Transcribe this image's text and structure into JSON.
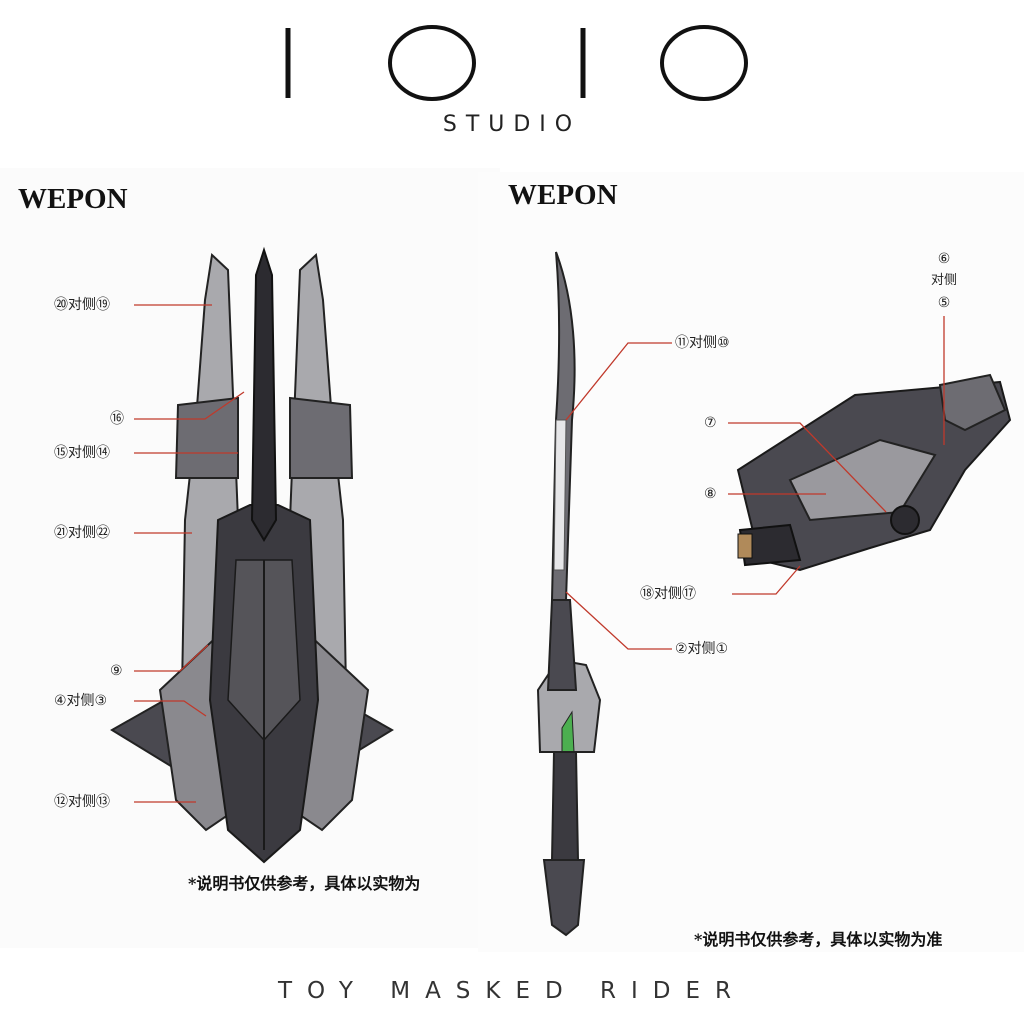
{
  "brand": {
    "logo_text": "IOIO",
    "sub": "STUDIO"
  },
  "left_panel": {
    "heading": "WEPON",
    "callouts": [
      "⑳对侧⑲",
      "⑯",
      "⑮对侧⑭",
      "㉑对侧㉒",
      "⑨",
      "④对侧③",
      "⑫对侧⑬"
    ],
    "note": "*说明书仅供参考，具体以实物为"
  },
  "right_panel": {
    "heading": "WEPON",
    "callouts": [
      "⑥",
      "对侧",
      "⑤",
      "⑪对侧⑩",
      "⑦",
      "⑧",
      "⑱对侧⑰",
      "②对侧①"
    ],
    "note": "*说明书仅供参考，具体以实物为准"
  },
  "footer": "TOY MASKED RIDER",
  "colors": {
    "leader_line": "#c0392b",
    "armor_dark": "#3b3a40",
    "armor_mid": "#6d6c72",
    "armor_light": "#a9a9ad",
    "accent_green": "#4caf50"
  }
}
